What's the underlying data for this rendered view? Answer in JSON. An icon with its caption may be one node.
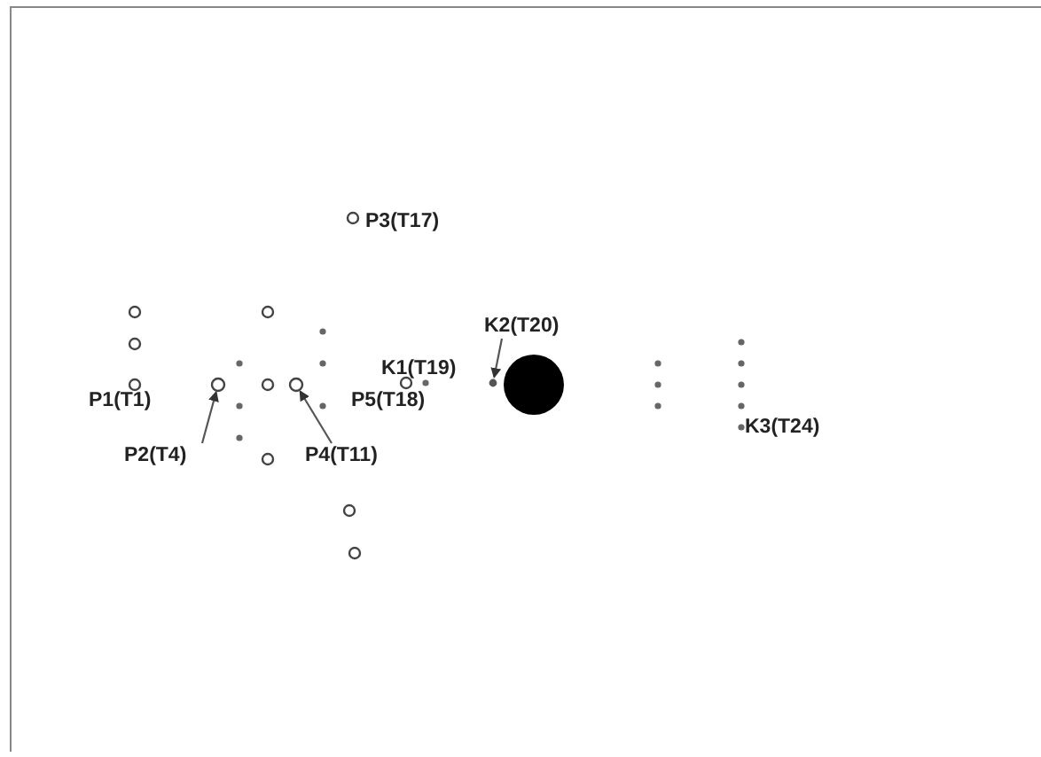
{
  "diagram": {
    "nodes": [
      {
        "text": [
          "P2(T4)"
        ]
      },
      {
        "text": [],
        "shape": "circle"
      },
      {
        "text": [
          "P4(T11)"
        ]
      },
      {
        "text": [],
        "shape": "circle"
      },
      {
        "text": [
          "K2(T20)"
        ]
      },
      {
        "text": [],
        "shape": "circle"
      }
    ],
    "edges": [
      {
        "from": 0,
        "to": 1,
        "arrow": "to"
      },
      {
        "from": 2,
        "to": 3,
        "arrow": "to"
      },
      {
        "from": 4,
        "to": 5,
        "arrow": "to"
      }
    ],
    "labels": [
      "P3(T17)",
      "K3(T24)",
      "K1(T19)",
      "P1(T1)",
      "P5(T18)"
    ]
  }
}
